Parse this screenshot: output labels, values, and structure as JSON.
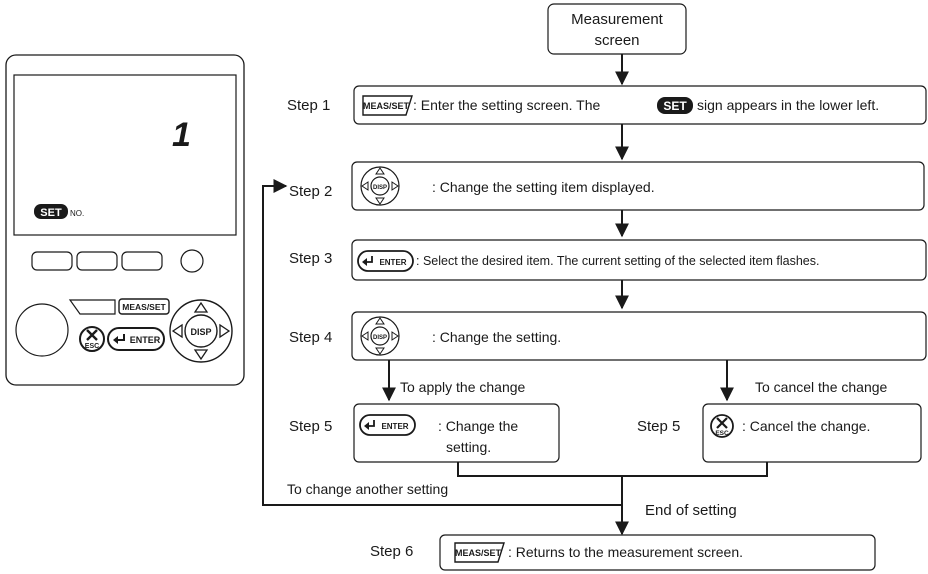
{
  "device": {
    "display_digit": "1",
    "set_badge": "SET",
    "no_label": "NO.",
    "meas_set_label": "MEAS/SET",
    "disp_label": "DISP",
    "enter_label": "ENTER",
    "esc_label": "ESC"
  },
  "flow": {
    "start": {
      "line1": "Measurement",
      "line2": "screen"
    },
    "step1": {
      "label": "Step 1",
      "key": "MEAS/SET",
      "text_a": ": Enter the setting screen.  The",
      "badge": "SET",
      "text_b": "sign appears in the lower left."
    },
    "step2": {
      "label": "Step 2",
      "text": ": Change the setting item displayed."
    },
    "step3": {
      "label": "Step 3",
      "key": "ENTER",
      "text": ": Select the desired item.  The current setting of the selected item flashes."
    },
    "step4": {
      "label": "Step 4",
      "text": ": Change the setting."
    },
    "apply_label": "To apply the change",
    "cancel_label": "To cancel the change",
    "step5a": {
      "label": "Step 5",
      "key": "ENTER",
      "line1": ": Change the",
      "line2": "setting."
    },
    "step5b": {
      "label": "Step 5",
      "key": "ESC",
      "text": ":  Cancel the change."
    },
    "loop_label": "To change another setting",
    "end_label": "End of setting",
    "step6": {
      "label": "Step 6",
      "key": "MEAS/SET",
      "text": ": Returns to the measurement screen."
    }
  }
}
